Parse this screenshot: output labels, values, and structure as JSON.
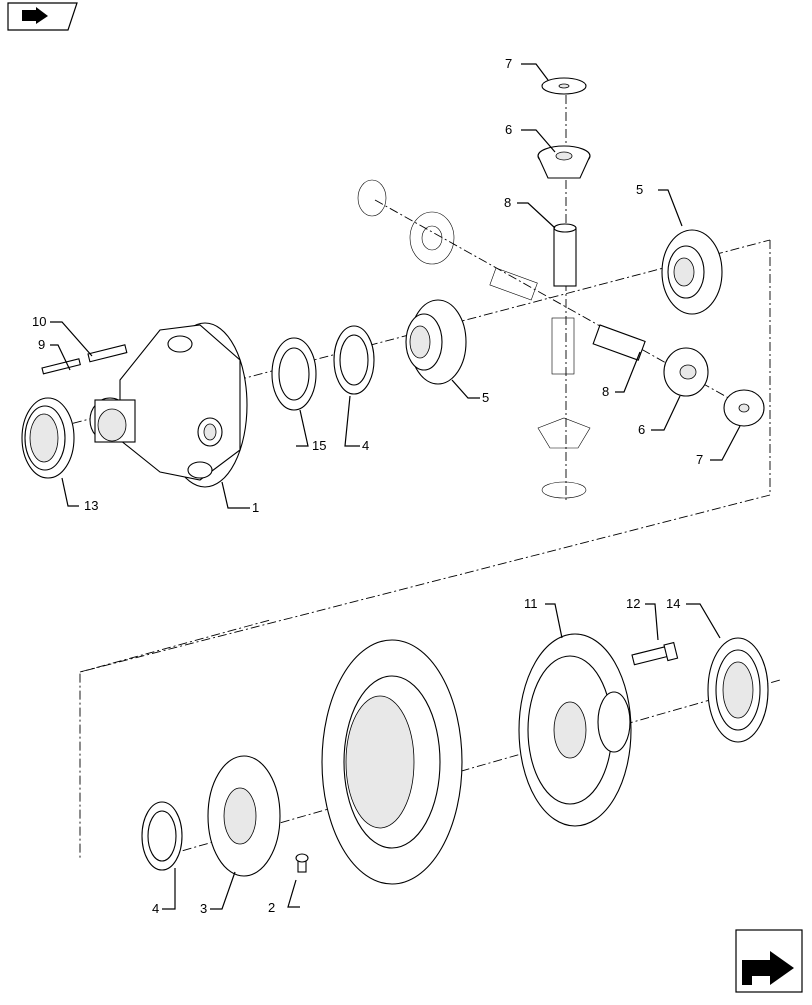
{
  "diagram": {
    "parts": [
      {
        "id": "p1",
        "label": "1"
      },
      {
        "id": "p2",
        "label": "2"
      },
      {
        "id": "p3",
        "label": "3"
      },
      {
        "id": "p4a",
        "label": "4"
      },
      {
        "id": "p4b",
        "label": "4"
      },
      {
        "id": "p5a",
        "label": "5"
      },
      {
        "id": "p5b",
        "label": "5"
      },
      {
        "id": "p6a",
        "label": "6"
      },
      {
        "id": "p6b",
        "label": "6"
      },
      {
        "id": "p7a",
        "label": "7"
      },
      {
        "id": "p7b",
        "label": "7"
      },
      {
        "id": "p8a",
        "label": "8"
      },
      {
        "id": "p8b",
        "label": "8"
      },
      {
        "id": "p9",
        "label": "9"
      },
      {
        "id": "p10",
        "label": "10"
      },
      {
        "id": "p11",
        "label": "11"
      },
      {
        "id": "p12",
        "label": "12"
      },
      {
        "id": "p13",
        "label": "13"
      },
      {
        "id": "p14",
        "label": "14"
      },
      {
        "id": "p15",
        "label": "15"
      }
    ]
  },
  "icons": {
    "top_left": "book-arrow-icon",
    "bottom_right": "next-page-arrow-icon"
  }
}
